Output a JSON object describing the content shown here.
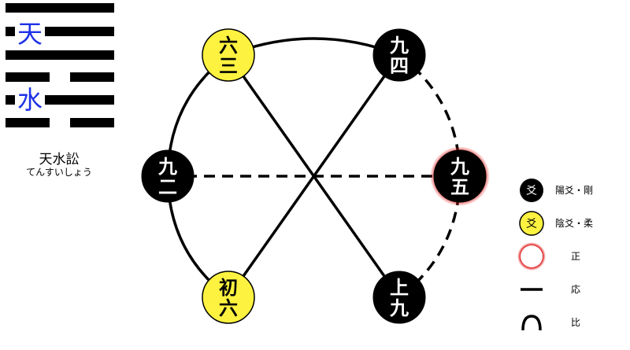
{
  "trigrams": {
    "upper": "天",
    "lower": "水"
  },
  "hexagram": {
    "name": "天水訟",
    "reading": "てんすいしょう"
  },
  "nodes": [
    {
      "id": "shoku",
      "chars": [
        "初",
        "六"
      ],
      "kind": "yin"
    },
    {
      "id": "ni",
      "chars": [
        "九",
        "二"
      ],
      "kind": "yang"
    },
    {
      "id": "san",
      "chars": [
        "六",
        "三"
      ],
      "kind": "yin"
    },
    {
      "id": "shi",
      "chars": [
        "九",
        "四"
      ],
      "kind": "yang"
    },
    {
      "id": "go",
      "chars": [
        "九",
        "五"
      ],
      "kind": "yang",
      "correct": true
    },
    {
      "id": "jo",
      "chars": [
        "上",
        "九"
      ],
      "kind": "yang"
    }
  ],
  "connections": {
    "correspondence_solid": [
      [
        "shoku",
        "shi"
      ],
      [
        "san",
        "jo"
      ]
    ],
    "correspondence_dashed": [
      [
        "ni",
        "go"
      ]
    ],
    "adjacency_solid": [
      [
        "shoku",
        "ni"
      ],
      [
        "ni",
        "san"
      ],
      [
        "san",
        "shi"
      ]
    ],
    "adjacency_dashed": [
      [
        "shi",
        "go"
      ],
      [
        "go",
        "jo"
      ]
    ]
  },
  "legend": {
    "yang_symbol": "爻",
    "yang_label": "陽爻・剛",
    "yin_symbol": "爻",
    "yin_label": "陰爻・柔",
    "correct_label": "正",
    "line_label": "応",
    "arc_label": "比"
  },
  "colors": {
    "yang_fill": "#000000",
    "yin_fill": "#fdf240",
    "trigram_text": "#1e32e6",
    "correct_glow": "#e01818"
  }
}
